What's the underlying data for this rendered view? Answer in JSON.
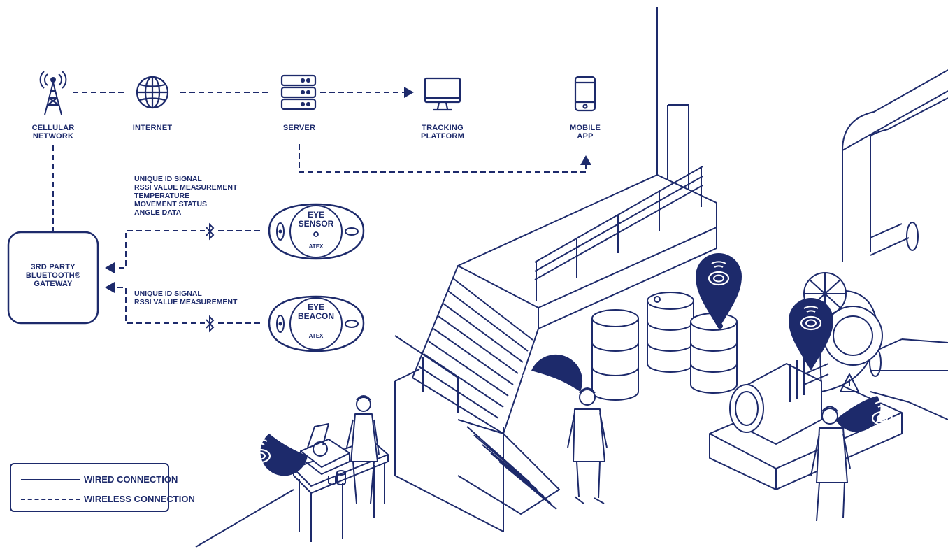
{
  "colors": {
    "primary": "#1d2a6b",
    "background": "#ffffff"
  },
  "nodes": {
    "cellular": {
      "line1": "CELLULAR",
      "line2": "NETWORK",
      "icon": "cell-tower-icon"
    },
    "internet": {
      "line1": "INTERNET",
      "icon": "globe-icon"
    },
    "server": {
      "line1": "SERVER",
      "icon": "server-icon"
    },
    "tracking": {
      "line1": "TRACKING",
      "line2": "PLATFORM",
      "icon": "monitor-icon"
    },
    "mobile": {
      "line1": "MOBILE",
      "line2": "APP",
      "icon": "smartphone-icon"
    },
    "gateway": {
      "line1": "3RD PARTY",
      "line2": "BLUETOOTH®",
      "line3": "GATEWAY"
    }
  },
  "sensor_signals": [
    "UNIQUE ID SIGNAL",
    "RSSI VALUE MEASUREMENT",
    "TEMPERATURE",
    "MOVEMENT STATUS",
    "ANGLE DATA"
  ],
  "beacon_signals": [
    "UNIQUE ID SIGNAL",
    "RSSI VALUE MEASUREMENT"
  ],
  "devices": {
    "sensor": {
      "line1": "EYE",
      "line2": "SENSOR",
      "badge": "ATEX"
    },
    "beacon": {
      "line1": "EYE",
      "line2": "BEACON",
      "badge": "ATEX"
    }
  },
  "legend": {
    "wired": "WIRED CONNECTION",
    "wireless": "WIRELESS CONNECTION"
  }
}
